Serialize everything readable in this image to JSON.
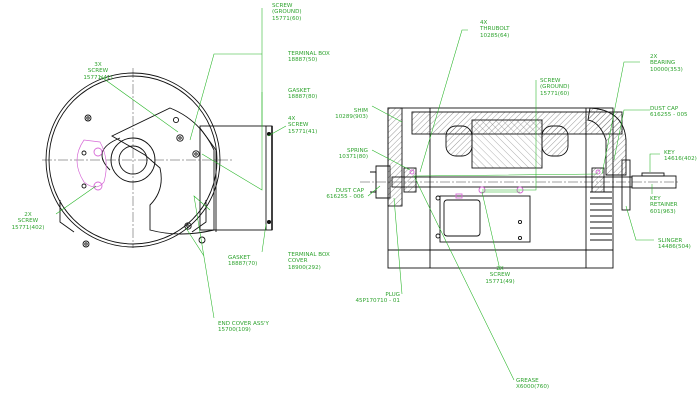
{
  "colors": {
    "line": "#111111",
    "leader": "#22b322",
    "label": "#2ea32e",
    "highlight": "#d76ad7",
    "center": "#444444",
    "hatch": "#555555"
  },
  "callouts": {
    "screw_ground_top": [
      "SCREW",
      "(GROUND)",
      "15771(60)"
    ],
    "terminal_box": [
      "TERMINAL BOX",
      "18887(50)"
    ],
    "gasket_top": [
      "GASKET",
      "18887(80)"
    ],
    "screw_4x_left": [
      "4X",
      "SCREW",
      "15771(41)"
    ],
    "screw_3x": [
      "3X",
      "SCREW",
      "15771(41)"
    ],
    "screw_2x_left": [
      "2X",
      "SCREW",
      "15771(402)"
    ],
    "gasket_bottom": [
      "GASKET",
      "18887(70)"
    ],
    "terminal_box_cover": [
      "TERMINAL BOX",
      "COVER",
      "18900(292)"
    ],
    "end_cover_assy": [
      "END COVER ASS'Y",
      "15700(109)"
    ],
    "thrubolt": [
      "4X",
      "THRUBOLT",
      "10285(64)"
    ],
    "bearing": [
      "2X",
      "BEARING",
      "10000(353)"
    ],
    "screw_ground_right": [
      "SCREW",
      "(GROUND)",
      "15771(60)"
    ],
    "shim": [
      "SHIM",
      "10289(903)"
    ],
    "spring": [
      "SPRING",
      "10371(80)"
    ],
    "dust_cap_right": [
      "DUST CAP",
      "616255 - 005"
    ],
    "dust_cap_left": [
      "DUST CAP",
      "616255 - 006"
    ],
    "key": [
      "KEY",
      "14616(402)"
    ],
    "key_retainer": [
      "KEY",
      "RETAINER",
      "601(963)"
    ],
    "plug": [
      "PLUG",
      "45P170710 - 01"
    ],
    "screw_2x_bottom": [
      "2X",
      "SCREW",
      "15771(49)"
    ],
    "slinger": [
      "SLINGER",
      "14486(504)"
    ],
    "grease": [
      "GREASE",
      "X6000(760)"
    ]
  }
}
